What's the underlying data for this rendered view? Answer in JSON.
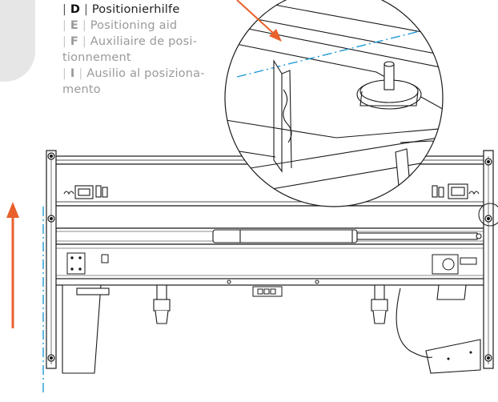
{
  "legend": {
    "entries": [
      {
        "code": "D",
        "text": "Positionierhilfe"
      },
      {
        "code": "E",
        "text": "Positioning aid"
      },
      {
        "code": "F",
        "text": "Auxiliaire de posi-",
        "continuation": "tionnement"
      },
      {
        "code": "I",
        "text": "Ausilio al posiziona-",
        "continuation": "mento"
      }
    ]
  },
  "colors": {
    "callout_arrow": "#e8602c",
    "motion_arrow": "#e8602c",
    "guide_line": "#1e9ad6",
    "line_art": "#1a1a1a",
    "tab_background": "#e6e6e6"
  },
  "icons": {
    "callout": "orange-diagonal-arrow",
    "motion": "orange-up-arrow",
    "detail": "circular-detail-magnifier"
  }
}
